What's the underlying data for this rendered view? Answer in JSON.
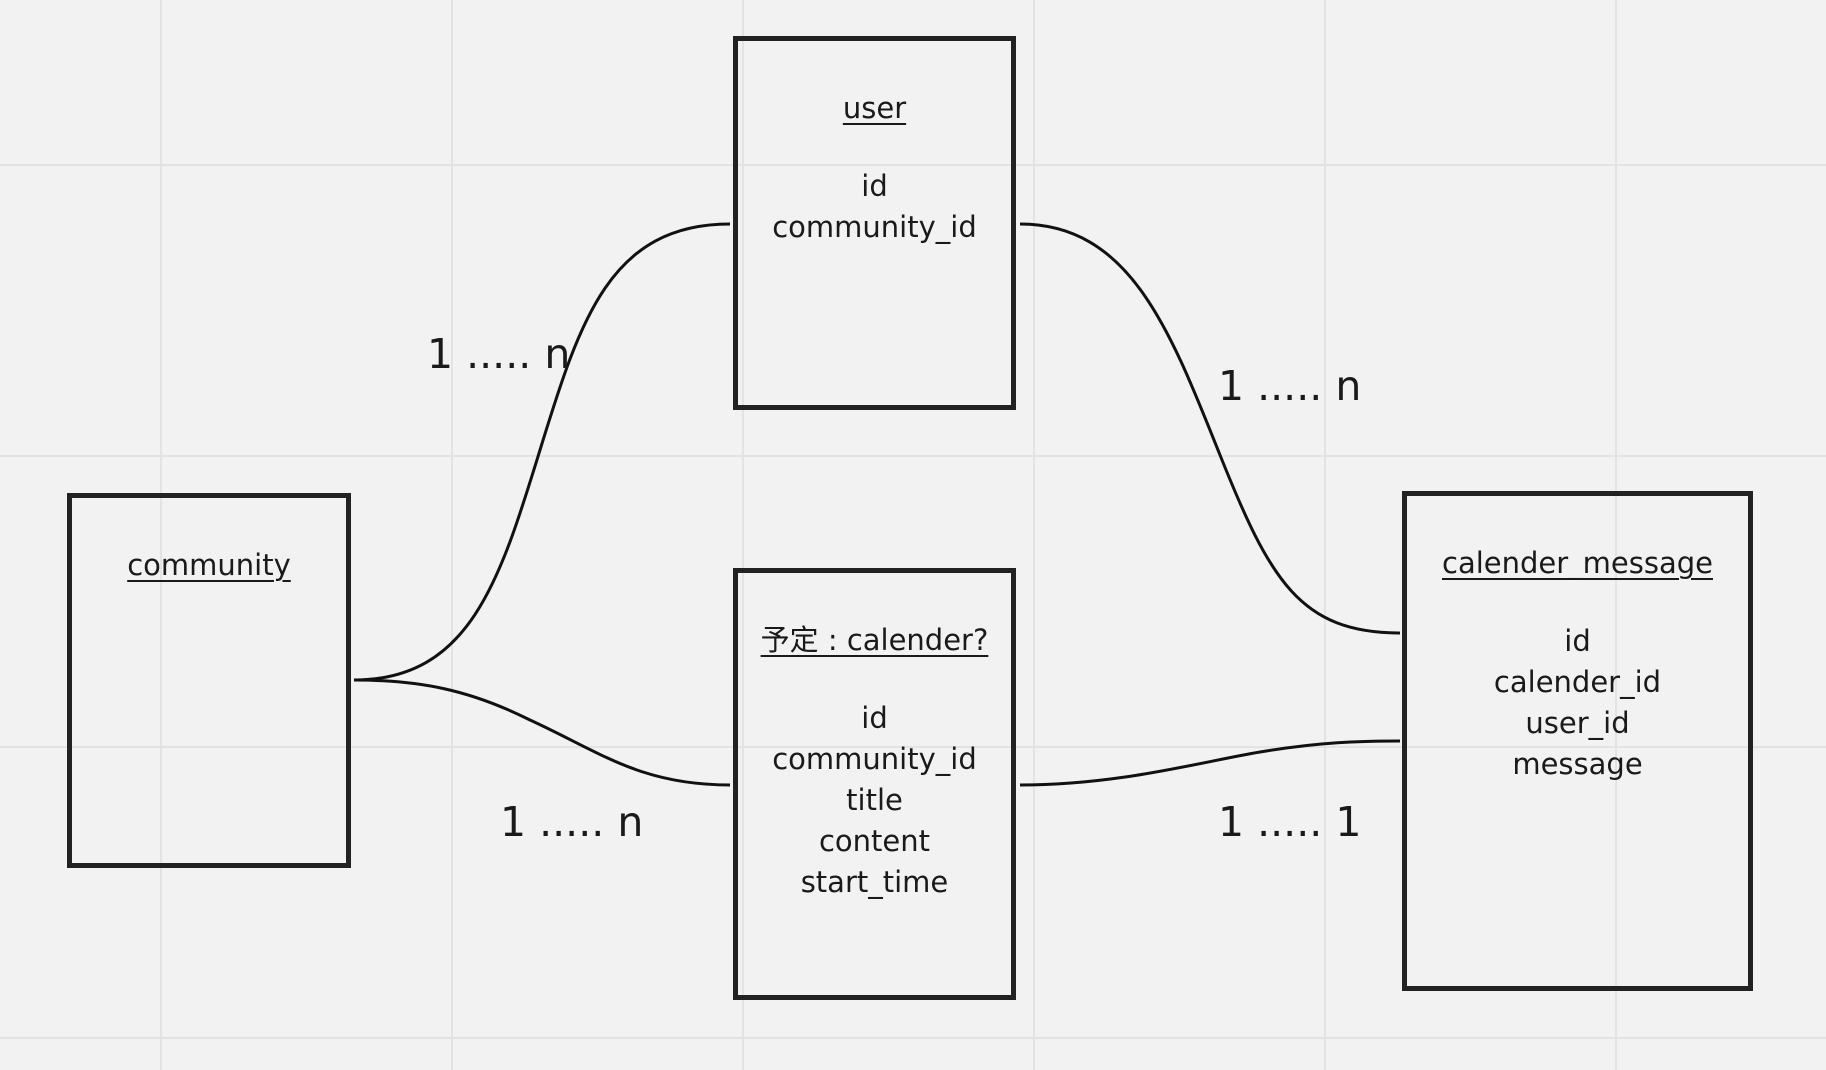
{
  "entities": {
    "user": {
      "title": "user",
      "fields": [
        "id",
        "community_id"
      ]
    },
    "community": {
      "title": "community",
      "fields": []
    },
    "calender": {
      "title": "予定 : calender?",
      "fields": [
        "id",
        "community_id",
        "title",
        "content",
        "start_time"
      ]
    },
    "calender_message": {
      "title": "calender_message",
      "fields": [
        "id",
        "calender_id",
        "user_id",
        "message"
      ]
    }
  },
  "relations": {
    "community_user": {
      "label": "1 ..... n"
    },
    "user_calender_message": {
      "label": "1 ..... n"
    },
    "community_calender": {
      "label": "1 ..... n"
    },
    "calender_calender_message": {
      "label": "1 ..... 1"
    }
  },
  "colors": {
    "background": "#f2f2f2",
    "grid": "#e3e3e3",
    "stroke": "#222222",
    "text": "#1a1a1a"
  }
}
